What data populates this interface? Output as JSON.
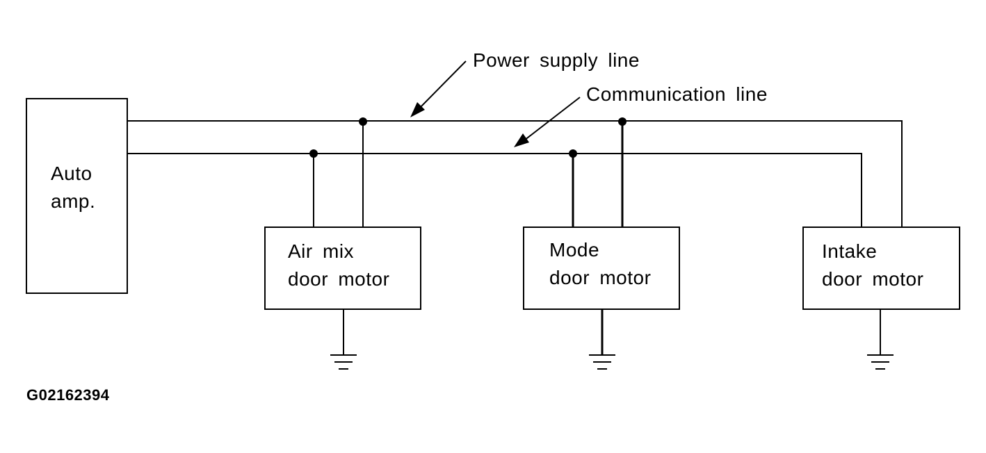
{
  "labels": {
    "power_supply_line": "Power supply line",
    "communication_line": "Communication line"
  },
  "components": {
    "auto_amp": {
      "line1": "Auto",
      "line2": "amp."
    },
    "air_mix_motor": {
      "line1": "Air mix",
      "line2": "door motor"
    },
    "mode_motor": {
      "line1": "Mode",
      "line2": "door motor"
    },
    "intake_motor": {
      "line1": "Intake",
      "line2": "door motor"
    }
  },
  "figure_code": "G02162394",
  "colors": {
    "ink": "#000000",
    "background": "#ffffff"
  }
}
